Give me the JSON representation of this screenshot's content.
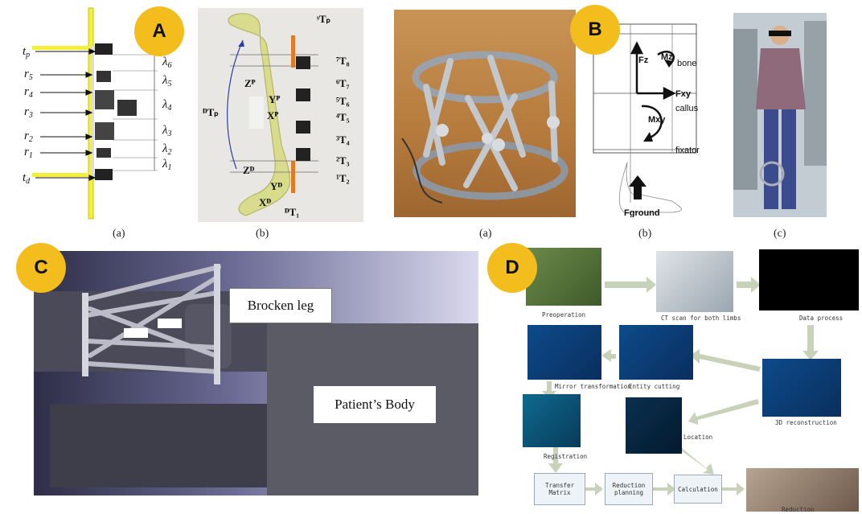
{
  "badges": {
    "a": "A",
    "b": "B",
    "c": "C",
    "d": "D"
  },
  "panelA": {
    "labels": {
      "tp": "t",
      "tp_sub": "p",
      "r5": "r",
      "r5_sub": "5",
      "r4": "r",
      "r4_sub": "4",
      "r3": "r",
      "r3_sub": "3",
      "r2": "r",
      "r2_sub": "2",
      "r1": "r",
      "r1_sub": "1",
      "td": "t",
      "td_sub": "d",
      "l6": "λ",
      "l6_sub": "6",
      "l5": "λ",
      "l5_sub": "5",
      "l4": "λ",
      "l4_sub": "4",
      "l3": "λ",
      "l3_sub": "3",
      "l2": "λ",
      "l2_sub": "2",
      "l1": "λ",
      "l1_sub": "1"
    },
    "caption_a": "(a)",
    "caption_b": "(b)",
    "bone_labels": {
      "stp": "ˢTₚ",
      "t8": "⁷T₈",
      "t7": "⁶T₇",
      "t6": "⁵T₆",
      "t5": "⁴T₅",
      "t4": "³T₄",
      "t3": "²T₃",
      "t2": "¹T₂",
      "t1": "ᴰT₁",
      "dtp": "ᴰTₚ",
      "zp": "Zᴾ",
      "yp": "Yᴾ",
      "xp": "Xᴾ",
      "zd": "Zᴰ",
      "yd": "Yᴰ",
      "xd": "Xᴰ"
    }
  },
  "panelB": {
    "caption_a": "(a)",
    "caption_b": "(b)",
    "caption_c": "(c)",
    "labels": {
      "fz": "Fz",
      "mz": "Mz",
      "bone": "bone",
      "fxy": "Fxy",
      "callus": "callus",
      "mxy": "Mxy",
      "fixator": "fixator",
      "fground": "Fground"
    }
  },
  "panelC": {
    "broken_leg": "Brocken leg",
    "patient_body": "Patient’s Body"
  },
  "panelD": {
    "preoperation": "Preoperation",
    "ct_scan": "CT scan for both limbs",
    "data_process": "Data process",
    "mirror": "Mirror transformation",
    "entity": "Entity cutting",
    "reconstruction": "3D reconstruction",
    "registration": "Registration",
    "location": "Location",
    "transfer": "Transfer Matrix",
    "reduction_planning": "Reduction planning",
    "calculation": "Calculation",
    "reduction": "Reduction"
  }
}
